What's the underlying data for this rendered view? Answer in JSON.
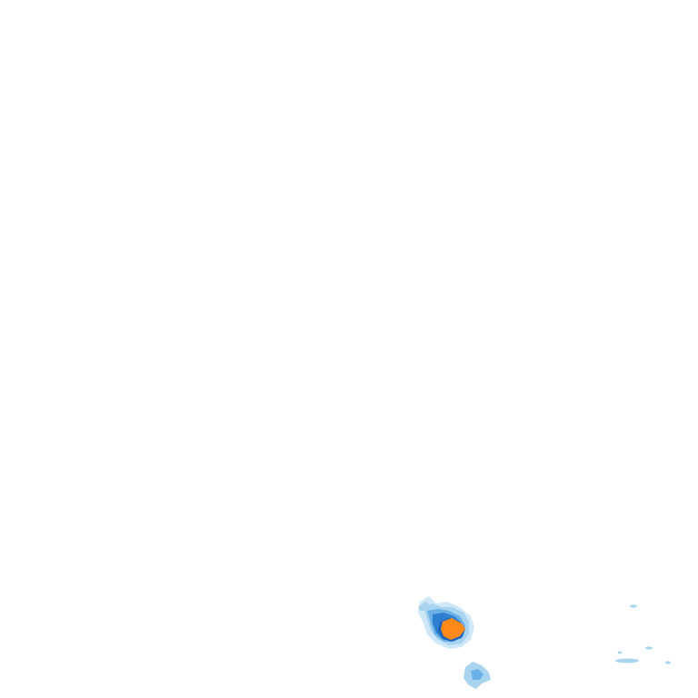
{
  "map": {
    "background_color": "#ffffff",
    "palette": {
      "very_light": "#cfe8f7",
      "light": "#a8d4f0",
      "medium": "#6ab0e6",
      "dark": "#2f7fd0",
      "darkest": "#1f63b8",
      "hotspot": "#ff8a1a"
    },
    "layers": [
      {
        "name": "main-cluster-halo",
        "level": "very_light"
      },
      {
        "name": "main-cluster-light",
        "level": "light"
      },
      {
        "name": "main-cluster-medium",
        "level": "medium"
      },
      {
        "name": "main-cluster-dark",
        "level": "dark"
      },
      {
        "name": "main-cluster-core-edge",
        "level": "darkest"
      },
      {
        "name": "main-cluster-hotspot",
        "level": "hotspot"
      },
      {
        "name": "south-cluster",
        "level": "light"
      },
      {
        "name": "east-speckles",
        "level": "very_light"
      }
    ]
  }
}
